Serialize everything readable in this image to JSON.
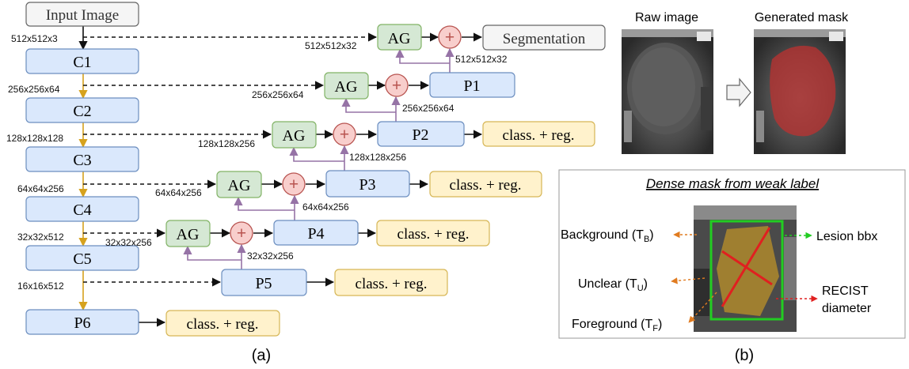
{
  "panel_a": {
    "input_image": "Input Image",
    "segmentation": "Segmentation",
    "nodes": {
      "c1": "C1",
      "c2": "C2",
      "c3": "C3",
      "c4": "C4",
      "c5": "C5",
      "p6": "P6",
      "p1": "P1",
      "p2": "P2",
      "p3": "P3",
      "p4": "P4",
      "p5": "P5",
      "ag": "AG",
      "plus": "+",
      "head": "class. + reg."
    },
    "dims": {
      "input": "512x512x3",
      "c1_out": "256x256x64",
      "c2_out": "128x128x128",
      "c3_out": "64x64x256",
      "c4_out": "32x32x512",
      "c5_out": "16x16x512",
      "ag_top_in": "512x512x32",
      "p1_up": "512x512x32",
      "ag_p1_in": "256x256x64",
      "p2_up": "256x256x64",
      "ag_p2_in": "128x128x256",
      "p3_up": "128x128x256",
      "ag_p3_in": "64x64x256",
      "p4_up": "64x64x256",
      "ag_p4_in": "32x32x256",
      "p5_up": "32x32x256"
    },
    "caption": "(a)"
  },
  "panel_b": {
    "raw_image": "Raw image",
    "generated_mask": "Generated mask",
    "box_title": "Dense mask from weak label",
    "background": "Background (T",
    "background_sub": "B",
    "unclear": "Unclear (T",
    "unclear_sub": "U",
    "foreground": "Foreground (T",
    "foreground_sub": "F",
    "close_paren": ")",
    "lesion_bbx": "Lesion bbx",
    "recist_1": "RECIST",
    "recist_2": "diameter",
    "caption": "(b)"
  },
  "colors": {
    "blue_fill": "#dae8fc",
    "blue_stroke": "#6c8ebf",
    "green_fill": "#d5e8d4",
    "green_stroke": "#82b366",
    "yellow_fill": "#fff2cc",
    "yellow_stroke": "#d6b656",
    "red_fill": "#f8cecc",
    "red_stroke": "#b85450",
    "gray_fill": "#f5f5f5",
    "gray_stroke": "#666666",
    "gold_arrow": "#d6a21e",
    "purple_arrow": "#9673a6",
    "bbox_green": "#22cc22",
    "recist_red": "#e02020",
    "label_orange": "#e07b20"
  }
}
